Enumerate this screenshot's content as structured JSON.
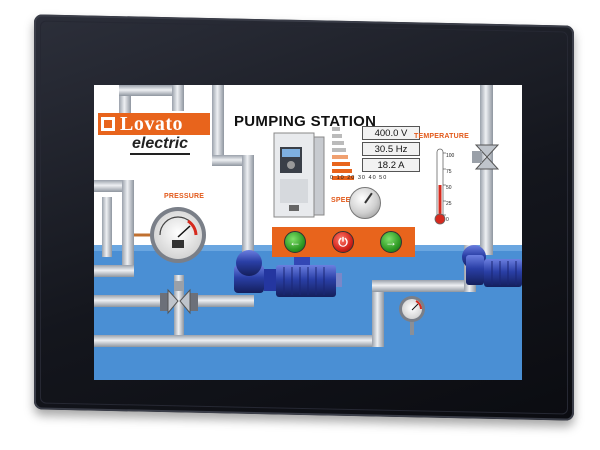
{
  "brand": {
    "name": "Lovato",
    "sub": "electric"
  },
  "screen": {
    "title": "PUMPING STATION",
    "readouts": [
      {
        "value": "400.0",
        "unit": "V"
      },
      {
        "value": "30.5",
        "unit": "Hz"
      },
      {
        "value": "18.2",
        "unit": "A"
      }
    ],
    "labels": {
      "pressure": "PRESSURE",
      "speed": "SPEED",
      "temperature": "TEMPERATURE"
    },
    "speed_scale": "0 10 20 30 40 50",
    "temperature_scale": [
      "100",
      "75",
      "50",
      "25",
      "0"
    ],
    "buttons": {
      "left": "←",
      "power": "⏻",
      "right": "→"
    }
  },
  "colors": {
    "accent": "#e8641c",
    "water": "#4a8fd4",
    "pump": "#2a3fa6",
    "pipe": "#c9ced6"
  },
  "icons": {
    "left": "arrow-left-icon",
    "power": "power-icon",
    "right": "arrow-right-icon"
  }
}
